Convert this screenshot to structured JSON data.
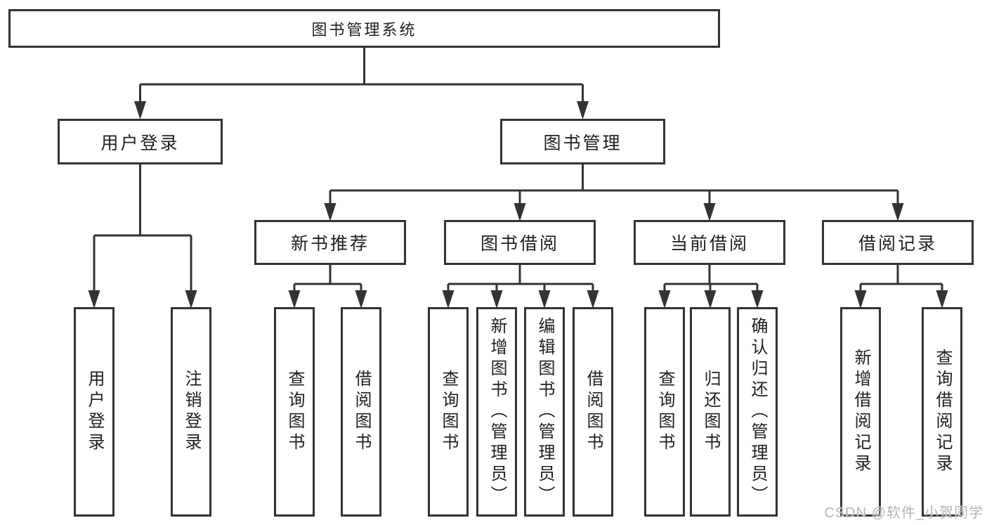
{
  "diagram": {
    "tree": {
      "root": {
        "label": "图书管理系统",
        "children": [
          {
            "label": "用户登录",
            "children": [
              {
                "label": "用户登录"
              },
              {
                "label": "注销登录"
              }
            ]
          },
          {
            "label": "图书管理",
            "children": [
              {
                "label": "新书推荐",
                "children": [
                  {
                    "label": "查询图书"
                  },
                  {
                    "label": "借阅图书"
                  }
                ]
              },
              {
                "label": "图书借阅",
                "children": [
                  {
                    "label": "查询图书"
                  },
                  {
                    "label": "新增图书（管理员）"
                  },
                  {
                    "label": "编辑图书（管理员）"
                  },
                  {
                    "label": "借阅图书"
                  }
                ]
              },
              {
                "label": "当前借阅",
                "children": [
                  {
                    "label": "查询图书"
                  },
                  {
                    "label": "归还图书"
                  },
                  {
                    "label": "确认归还（管理员）"
                  }
                ]
              },
              {
                "label": "借阅记录",
                "children": [
                  {
                    "label": "新增借阅记录"
                  },
                  {
                    "label": "查询借阅记录"
                  }
                ]
              }
            ]
          }
        ]
      }
    },
    "colors": {
      "line": "#333333",
      "box_border": "#333333",
      "box_fill": "#ffffff",
      "text": "#1f1f1f",
      "watermark": "#b5b5b5",
      "background": "#ffffff"
    }
  },
  "watermark": {
    "text": "CSDN @软件_小贺同学"
  }
}
